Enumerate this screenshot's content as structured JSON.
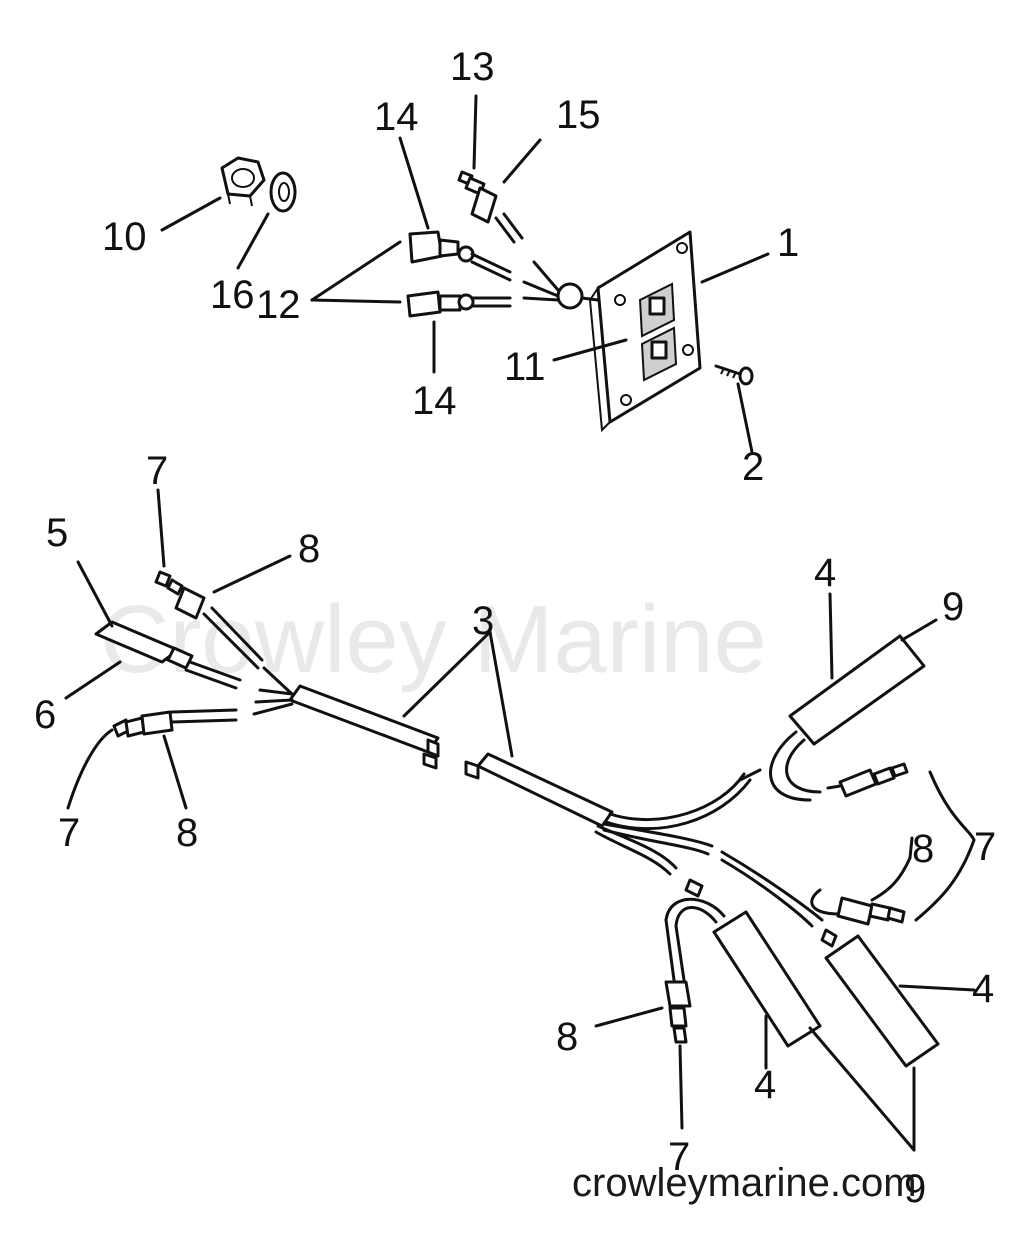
{
  "watermark": "Crowley Marine",
  "footer_site": "crowleymarine.com",
  "callouts": {
    "c1": "1",
    "c2": "2",
    "c3": "3",
    "c4a": "4",
    "c4b": "4",
    "c4c": "4",
    "c5": "5",
    "c6": "6",
    "c7a": "7",
    "c7b": "7",
    "c7c": "7",
    "c7d": "7",
    "c8a": "8",
    "c8b": "8",
    "c8c": "8",
    "c8d": "8",
    "c9a": "9",
    "c9b": "9",
    "c10": "10",
    "c11": "11",
    "c12": "12",
    "c13": "13",
    "c14a": "14",
    "c14b": "14",
    "c15": "15",
    "c16": "16"
  }
}
